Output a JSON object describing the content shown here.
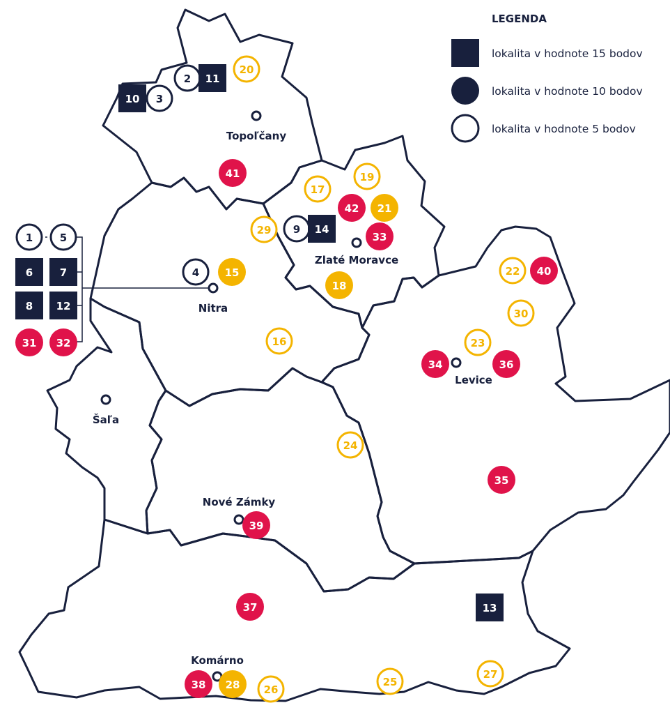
{
  "colors": {
    "navy": "#18203d",
    "red": "#e0134a",
    "yellow": "#f4b400",
    "white": "#ffffff"
  },
  "legend": {
    "title": "LEGENDA",
    "items": [
      {
        "shape": "square",
        "label": "lokalita v hodnote 15 bodov"
      },
      {
        "shape": "circle-filled",
        "label": "lokalita v hodnote 10 bodov"
      },
      {
        "shape": "circle-outline",
        "label": "lokalita v hodnote 5 bodov"
      }
    ]
  },
  "cities": [
    "Topoľčany",
    "Zlaté Moravce",
    "Nitra",
    "Levice",
    "Šaľa",
    "Nové Zámky",
    "Komárno"
  ],
  "markers": [
    "1",
    "2",
    "3",
    "4",
    "5",
    "6",
    "7",
    "8",
    "9",
    "10",
    "11",
    "12",
    "13",
    "14",
    "15",
    "16",
    "17",
    "18",
    "19",
    "20",
    "21",
    "22",
    "23",
    "24",
    "25",
    "26",
    "27",
    "28",
    "29",
    "30",
    "31",
    "32",
    "33",
    "34",
    "35",
    "36",
    "37",
    "38",
    "39",
    "40",
    "41",
    "42"
  ]
}
